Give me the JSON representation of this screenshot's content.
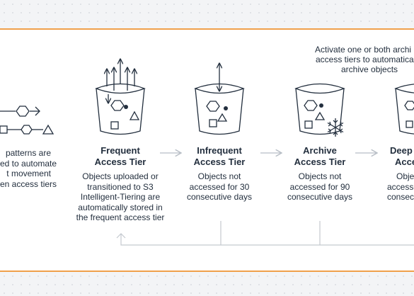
{
  "left_note": {
    "lines": [
      "patterns are",
      "ed to automate",
      "t movement",
      "en access tiers"
    ]
  },
  "archive_note": {
    "lines": [
      "Activate one or both archi",
      "access tiers to automatica",
      "archive objects"
    ]
  },
  "tiers": [
    {
      "title_lines": [
        "Frequent",
        "Access Tier"
      ],
      "desc_lines": [
        "Objects uploaded or",
        "transitioned to S3",
        "Intelligent-Tiering are",
        "automatically stored in",
        "the frequent access tier"
      ]
    },
    {
      "title_lines": [
        "Infrequent",
        "Access Tier"
      ],
      "desc_lines": [
        "Objects not",
        "accessed for 30",
        "consecutive days"
      ]
    },
    {
      "title_lines": [
        "Archive",
        "Access Tier"
      ],
      "desc_lines": [
        "Objects not",
        "accessed for 90",
        "consecutive days"
      ]
    },
    {
      "title_lines": [
        "Deep",
        "Acce"
      ],
      "desc_lines": [
        "Obje",
        "accesse",
        "consecu"
      ]
    }
  ],
  "colors": {
    "accent_orange": "#f0a04b",
    "ink": "#232f3e",
    "connector_gray": "#c4c9cf",
    "background": "#f3f4f6"
  },
  "icons": [
    "bucket-icon",
    "snowflake-icon",
    "up-down-arrow-icon",
    "right-arrow-icon"
  ]
}
